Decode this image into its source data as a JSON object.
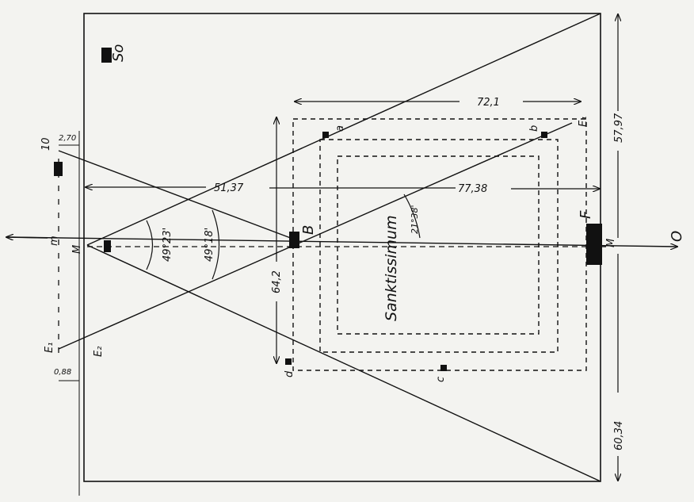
{
  "measurements": {
    "ac_width": "72,1",
    "left_span": "51,37",
    "right_span": "77,38",
    "vertical_span": "64,2",
    "right_upper": "57,97",
    "right_lower": "60,34",
    "top_left": "2,70",
    "bottom_left": "0,88"
  },
  "angles": {
    "inner": "49°23'",
    "outer": "49°18'",
    "sanctum": "21°38'"
  },
  "labels": {
    "so": "So",
    "n10": "10",
    "m": "m",
    "M_left": "M",
    "E1": "E₁",
    "E2": "E₂",
    "B": "B",
    "F": "F",
    "M_right": "M",
    "O": "O",
    "a": "a",
    "b": "b",
    "c": "c",
    "d": "d",
    "E1_right": "E₁",
    "sanctum": "Sanktissimum"
  },
  "colors": {
    "ink": "#111111",
    "paper": "#f3f3f0"
  }
}
